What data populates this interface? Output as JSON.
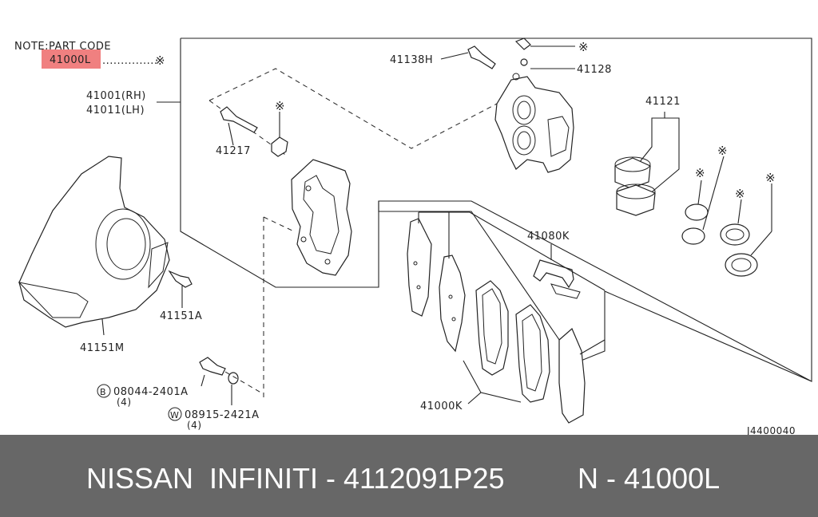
{
  "note": {
    "heading": "NOTE;PART CODE",
    "code": "41000L",
    "leader": "...............",
    "mark": "※",
    "highlight_color": "#f08080"
  },
  "labels": {
    "caliper_rh": "41001(RH)",
    "caliper_lh": "41011(LH)",
    "bolt_41138h": "41138H",
    "bleeder_41128": "41128",
    "piston_41121": "41121",
    "pin_41217": "41217",
    "shim_41080k": "41080K",
    "pad_41000k": "41000K",
    "screw_41151a": "41151A",
    "plate_41151m": "41151M",
    "bolt_code": "08044-2401A",
    "bolt_qty": "(4)",
    "bolt_circle": "B",
    "washer_code": "08915-2421A",
    "washer_qty": "(4)",
    "washer_circle": "W",
    "diagram_id": "J4400040"
  },
  "marks": {
    "asterisk": "※"
  },
  "footer": {
    "left_text": "NISSAN  INFINITI - 4112091P25",
    "right_text": "N - 41000L",
    "background": "#676767",
    "text_color": "#ffffff"
  }
}
